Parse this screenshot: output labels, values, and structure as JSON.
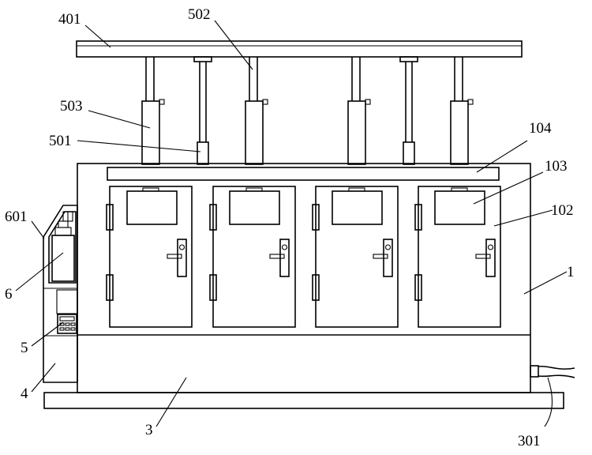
{
  "labels": {
    "l401": "401",
    "l502": "502",
    "l503": "503",
    "l501": "501",
    "l104": "104",
    "l103": "103",
    "l102": "102",
    "l601": "601",
    "l6": "6",
    "l1": "1",
    "l5": "5",
    "l4": "4",
    "l3": "3",
    "l301": "301"
  }
}
